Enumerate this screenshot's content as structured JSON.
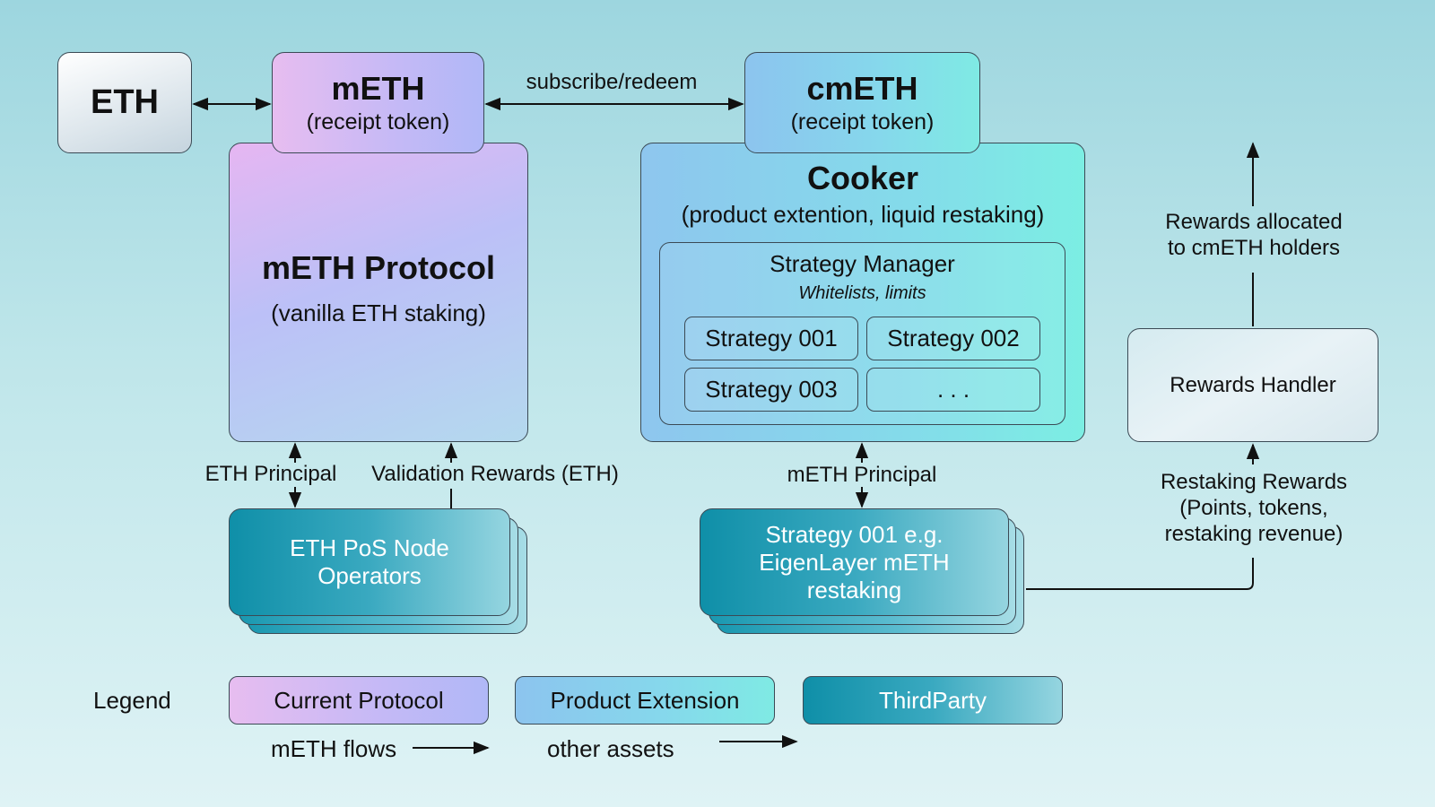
{
  "nodes": {
    "eth": "ETH",
    "meth_title": "mETH",
    "meth_sub": "(receipt token)",
    "cmeth_title": "cmETH",
    "cmeth_sub": "(receipt token)",
    "protocol_title": "mETH Protocol",
    "protocol_sub": "(vanilla ETH staking)",
    "cooker_title": "Cooker",
    "cooker_sub": "(product extention, liquid restaking)",
    "strategy_manager": "Strategy Manager",
    "strategy_manager_sub": "Whitelists, limits",
    "strategies": [
      "Strategy 001",
      "Strategy 002",
      "Strategy 003",
      ". . ."
    ],
    "operators": "ETH PoS Node Operators",
    "strategy_ext": "Strategy 001 e.g. EigenLayer mETH restaking",
    "rewards_handler": "Rewards Handler"
  },
  "edges": {
    "subscribe": "subscribe/redeem",
    "eth_principal": "ETH Principal",
    "validation_rewards": "Validation Rewards (ETH)",
    "meth_principal": "mETH Principal",
    "rewards_allocated_1": "Rewards allocated",
    "rewards_allocated_2": "to cmETH holders",
    "restaking_1": "Restaking Rewards",
    "restaking_2": "(Points, tokens,",
    "restaking_3": "restaking revenue)"
  },
  "legend": {
    "title": "Legend",
    "current": "Current Protocol",
    "extension": "Product Extension",
    "third": "ThirdParty",
    "meth_flows": "mETH flows",
    "other_assets": "other assets"
  }
}
